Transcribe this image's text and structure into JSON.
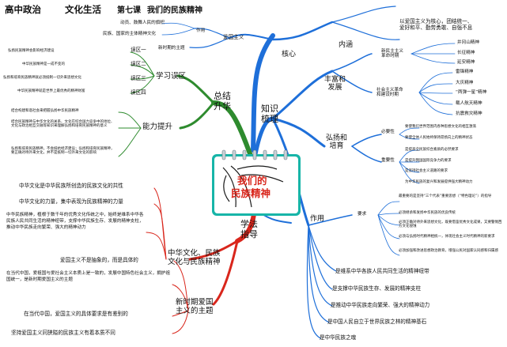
{
  "header": {
    "subject": "高中政治",
    "course": "文化生活",
    "lesson": "第七课",
    "lesson_title": "我们的民族精神"
  },
  "center": {
    "title_line1": "我们的",
    "title_line2": "民族精神"
  },
  "colors": {
    "blue": "#1e6fd9",
    "green": "#2e8b2e",
    "red": "#d9261c",
    "teal": "#17b5a8",
    "gold": "#c99612",
    "purple": "#6a2aa0"
  },
  "core": {
    "label": "核心",
    "neihan": {
      "label": "内涵",
      "text": "以爱国主义为核心，团结统一、\n爱好和平、勤劳勇敢、自强不息"
    },
    "patriotism": {
      "label": "爱国主义",
      "role_label": "作用",
      "role_items": [
        "动员、鼓舞人民的旗帜",
        "民族、国家的主体精神文化"
      ],
      "theme_label": "新时期的主题"
    }
  },
  "zhishi": {
    "label": "知识\n梳理",
    "fengfu": {
      "label": "丰富和\n发展",
      "xinminzhu": {
        "label": "新民主主义\n革命时期",
        "items": [
          "井冈山精神",
          "长征精神",
          "延安精神"
        ]
      },
      "shehui": {
        "label": "社会主义革命\n和建设时期",
        "items": [
          "雷锋精神",
          "大庆精神",
          "“两弹一星”精神",
          "载人航天精神",
          "抗震救灾精神"
        ]
      }
    },
    "hongyang": {
      "label": "弘扬和\n培育",
      "necessity_label": "必要性",
      "necessity_items": [
        "要使我们世界范围内各种思想文化的相互激荡",
        "要使全体人民始终保持昂扬向上的精神状态"
      ],
      "importance_label": "重要性",
      "importance_items": [
        "是提高全民族综合素质的必然要求",
        "是提升我国国际竞争力的要求",
        "是坚持社会主义道路的要求",
        "为中华民族的复兴和发展提供强大精神动力"
      ]
    },
    "zuoyong": {
      "label": "作用",
      "requirements_label": "要求",
      "requirements_items": [
        "最重要的是坚持“三个代表”重要思想（“特色理论”）的指导",
        "必须继承和发扬中华民族的优良传统",
        "必须正确对待外来思想文化，既要借鉴优秀文化成果，又要警惕西方文化侵蚀",
        "必须与弘扬时代精神相统一，体现社会主义时代精神的新要求",
        "必须加强和改进思想政治教育，增强公民对国家认同感和归属感"
      ],
      "items": [
        "是维系中华各族人民共同生活的精神纽带",
        "是支撑中华民族生存、发展的精神支柱",
        "是推动中华民族走向繁荣、强大的精神动力",
        "是中国人民自立于世界民族之林的精神基石",
        "是中华民族之魂"
      ]
    }
  },
  "zongjie": {
    "label": "总结\n升华",
    "xuexi": {
      "label": "学习误区",
      "items": [
        {
          "text": "弘扬民族精神会影响经济建设",
          "tag": "误区一"
        },
        {
          "text": "中华民族精神是一成不变的",
          "tag": "误区二"
        },
        {
          "text": "弘扬和培育民族精神就必须抵制一切外来思想文化",
          "tag": "误区三"
        },
        {
          "text": "中华民族精神就是世界上最优秀的精神财富",
          "tag": "误区四"
        }
      ]
    },
    "nengli": {
      "label": "能力提升",
      "items": [
        "结合构建和谐社会来把握弘扬中华民族精神",
        "结合民族精神与中华文化的关系、文化在综合国力竞争中的地位、文化与政治相互交融等知识来理解弘扬和培育民族精神的意义",
        "弘扬和培育民族精神，不会抵抗经济建设；弘扬和培育民族精神，要正确对待外来文化，并不是抵制一切外来文化的影响"
      ]
    }
  },
  "xuefa": {
    "label": "学法\n指导",
    "wenhua": {
      "label": "中华文化、民族\n文化与民族精神",
      "items": [
        "中华文化是中华民族所创造的民族文化的共性",
        "中华文化的力量，集中表现为民族精神的力量",
        "中华民族精神，植根于数千年的优秀文化传统之中，始终是维系中华各民族人民共同生活的精神纽带，支撑中华民族生存、发展的精神支柱，推动中华民族走向繁荣、强大的精神动力"
      ]
    },
    "xinshiqi": {
      "label": "新时期爱国\n主义的主题",
      "items": [
        "爱国主义不是抽象的，而是具体的",
        "在当代中国，爱祖国与爱社会主义本质上是一致的，发展中国特色社会主义，拥护祖国统一，是新时期爱国主义的主题",
        "在当代中国，爱国主义的具体要求是有差别的",
        "坚持爱国主义同狭隘的民族主义有着本质不同"
      ]
    }
  }
}
